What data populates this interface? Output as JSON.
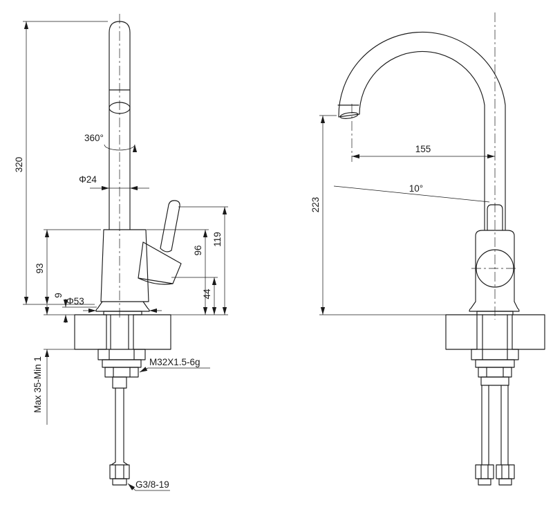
{
  "colors": {
    "line": "#1a1a1a",
    "background": "#ffffff"
  },
  "views": {
    "side": {
      "dims": {
        "overall_height": "320",
        "swivel_angle": "360°",
        "spout_tube_diameter": "Φ24",
        "body_height": "93",
        "base_ring_height": "9",
        "base_diameter": "Φ53",
        "height_96": "96",
        "height_119": "119",
        "height_44": "44",
        "mounting_thickness": "Max 35-Min 1",
        "mounting_thread": "M32X1.5-6g",
        "hose_thread": "G3/8-19"
      }
    },
    "front": {
      "dims": {
        "spout_reach": "155",
        "outlet_angle": "10°",
        "outlet_height": "223"
      }
    }
  }
}
